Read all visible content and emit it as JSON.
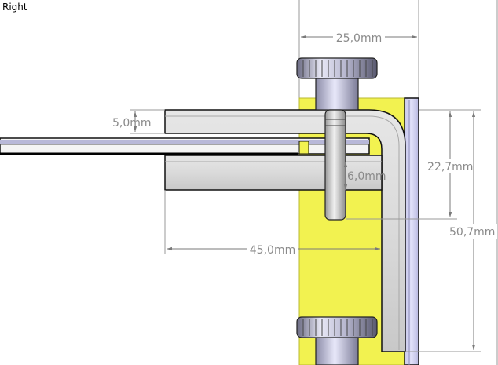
{
  "view": {
    "label": "Right"
  },
  "colors": {
    "background": "#ffffff",
    "bracket_face": "#f2f250",
    "plate_face": "#d4d4f0",
    "steel": "#e4e4e4",
    "dimension": "#7a7a7a"
  },
  "dimensions": {
    "top_width": "25,0mm",
    "arm_thickness": "5,0mm",
    "pin_offset": "6,0mm",
    "arm_length": "45,0mm",
    "upper_height": "22,7mm",
    "total_height": "50,7mm"
  },
  "icons": {
    "knob_top": "knurled-knob-icon",
    "knob_bottom": "knurled-knob-icon"
  }
}
